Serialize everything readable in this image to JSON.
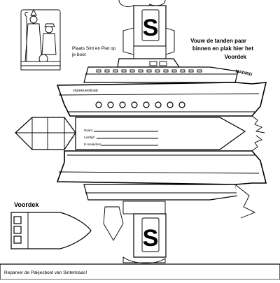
{
  "labels": {
    "place_text_line1": "Plaats Sint en Piet op",
    "place_text_line2": "je boot",
    "fold_text_line1": "Vouw de tanden paar",
    "fold_text_line2": "binnen en plak hier het",
    "fold_text_line3": "Voordek",
    "ship_name": "MADRID",
    "brand_name": "vaneeuwstraat",
    "stack_letter": "S",
    "voordek_label": "Voordek",
    "bottom_caption": "Repareer de Pakjesboot van Sinterklaas!"
  },
  "form": {
    "name_label": "Naam:",
    "age_label": "Leeftijd:",
    "email_label": "E-mailadres:"
  },
  "colors": {
    "ink": "#000000",
    "paper": "#ffffff"
  }
}
